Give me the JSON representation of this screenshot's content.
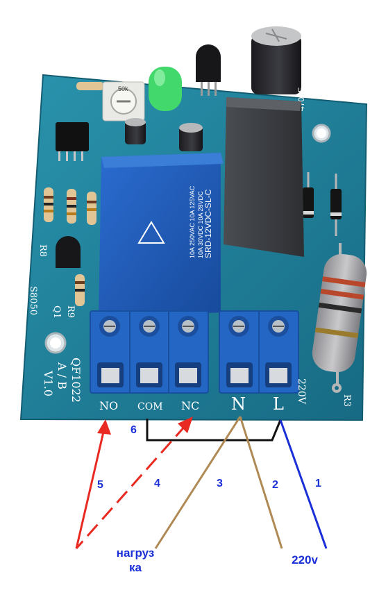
{
  "board": {
    "model": "QF1022",
    "variant": "A / B",
    "version": "V1.0",
    "transistor_mark": "S8050",
    "ref_r8": "R8",
    "ref_q1": "Q1",
    "ref_r9": "R9",
    "ref_r3": "R3",
    "voltage_mark": "220V",
    "terminals": [
      "NO",
      "COM",
      "NC",
      "N",
      "L"
    ],
    "relay_text": [
      "SRD-12VDC-SL-C",
      "10A 250VAC  10A 125VAC",
      "10A 30VDC  10A 28VDC"
    ],
    "cap_text": "470uF",
    "pot_text": "50k"
  },
  "annotations": {
    "wire_labels": [
      "1",
      "2",
      "3",
      "4",
      "5",
      "6"
    ],
    "load_label": "нагруз\nка",
    "supply_label": "220v"
  },
  "colors": {
    "pcb": "#1f7f9a",
    "relay_blue": "#1f58b6",
    "terminal_blue": "#2366c4",
    "wire_blue": "#1a2fd6",
    "wire_brown": "#b08a55",
    "wire_red": "#e82a22",
    "jumper_black": "#111111"
  }
}
